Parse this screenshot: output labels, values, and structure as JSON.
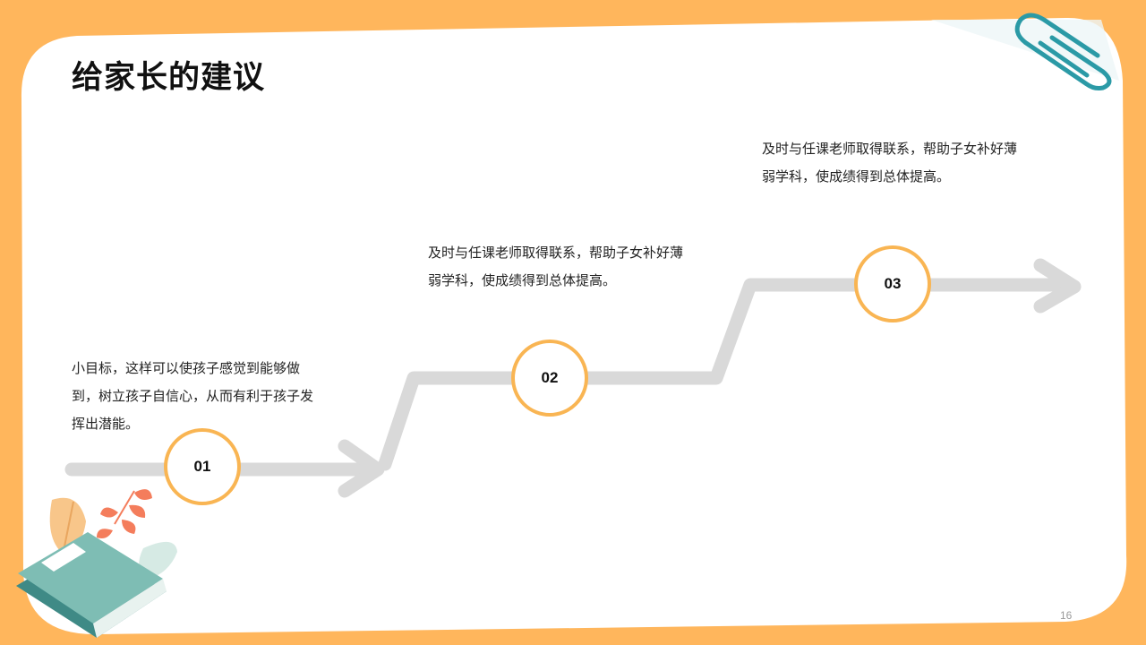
{
  "slide": {
    "title": "给家长的建议",
    "page_number": "16"
  },
  "steps": [
    {
      "number": "01",
      "text": "小目标，这样可以使孩子感觉到能够做到，树立孩子自信心，从而有利于孩子发挥出潜能。"
    },
    {
      "number": "02",
      "text": "及时与任课老师取得联系，帮助子女补好薄弱学科，使成绩得到总体提高。"
    },
    {
      "number": "03",
      "text": "及时与任课老师取得联系，帮助子女补好薄弱学科，使成绩得到总体提高。"
    }
  ],
  "colors": {
    "background": "#FFB65C",
    "card": "#FFFFFF",
    "path": "#D9D9D9",
    "circle_border": "#F9B553",
    "paperclip": "#2B9AA6",
    "book": "#5FAFA8",
    "leaf": "#F47D5C"
  },
  "icons": [
    "paperclip-icon",
    "book-plant-illustration"
  ]
}
